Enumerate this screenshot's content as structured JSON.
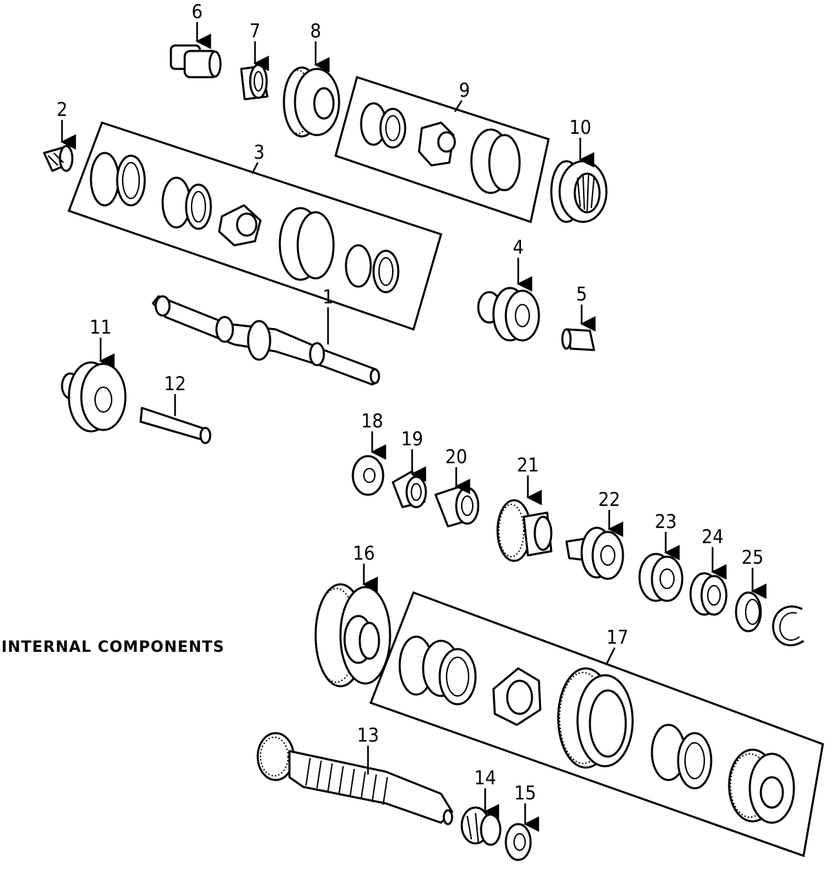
{
  "caption": "INTERNAL COMPONENTS",
  "callouts": [
    "1",
    "2",
    "3",
    "4",
    "5",
    "6",
    "7",
    "8",
    "9",
    "10",
    "11",
    "12",
    "13",
    "14",
    "15",
    "16",
    "17",
    "18",
    "19",
    "20",
    "21",
    "22",
    "23",
    "24",
    "25"
  ]
}
